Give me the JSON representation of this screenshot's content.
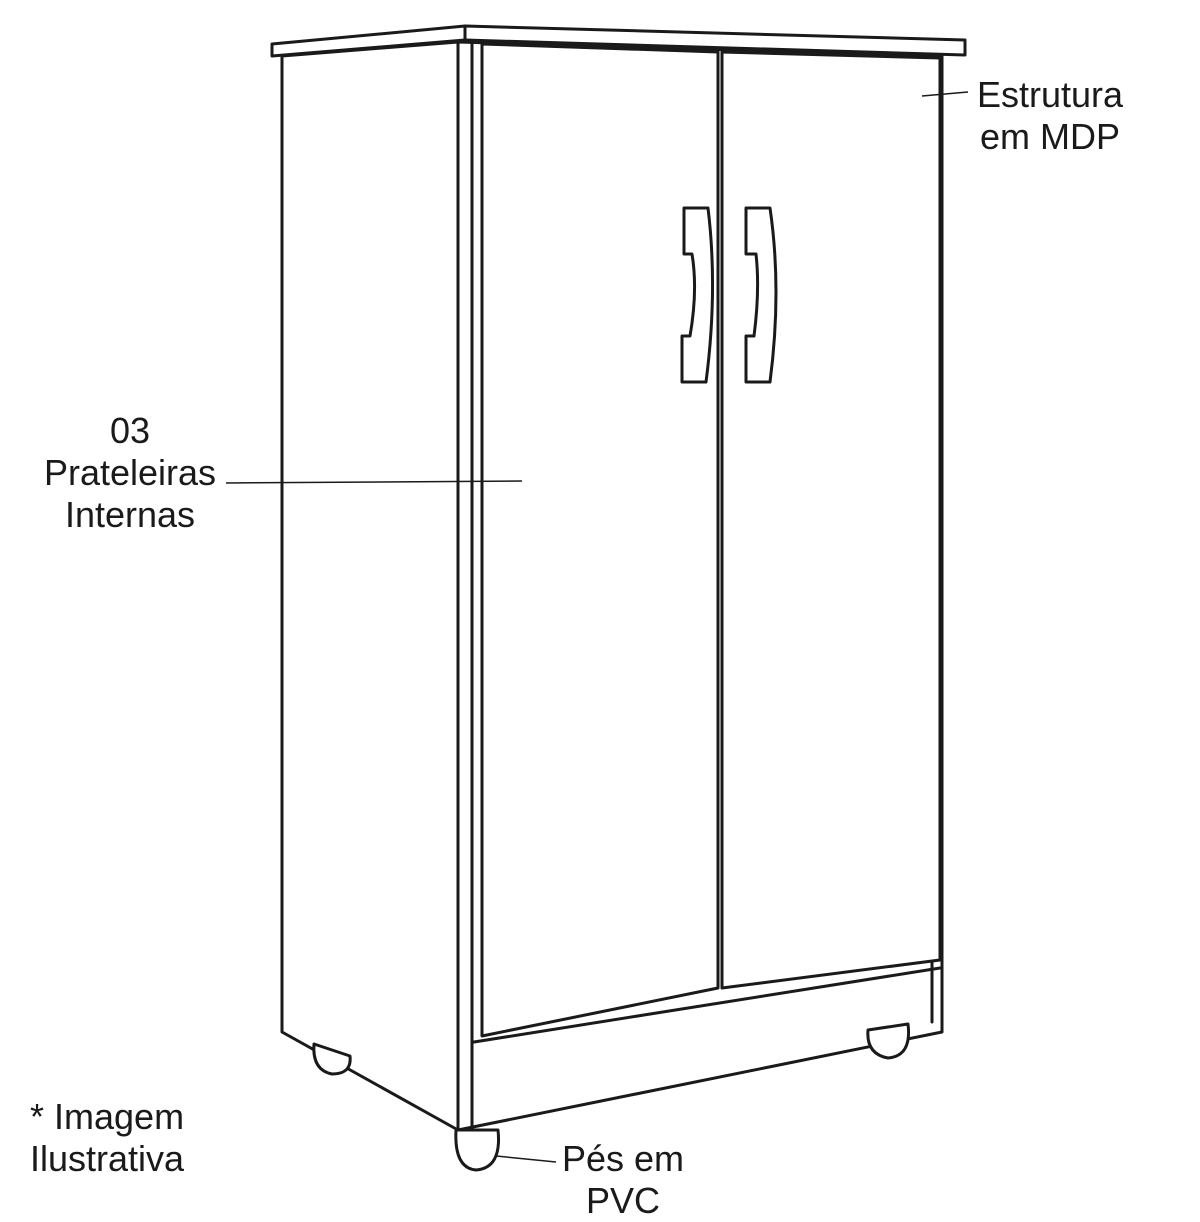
{
  "callouts": {
    "estrutura": {
      "line1": "Estrutura",
      "line2": "em MDP"
    },
    "prateleiras": {
      "line1": "03",
      "line2": "Prateleiras",
      "line3": "Internas"
    },
    "pes": {
      "line1": "Pés em",
      "line2": "PVC"
    }
  },
  "footnote": {
    "line1": "* Imagem",
    "line2": "Ilustrativa"
  },
  "colors": {
    "stroke": "#1a1a1a",
    "fill": "#ffffff"
  }
}
